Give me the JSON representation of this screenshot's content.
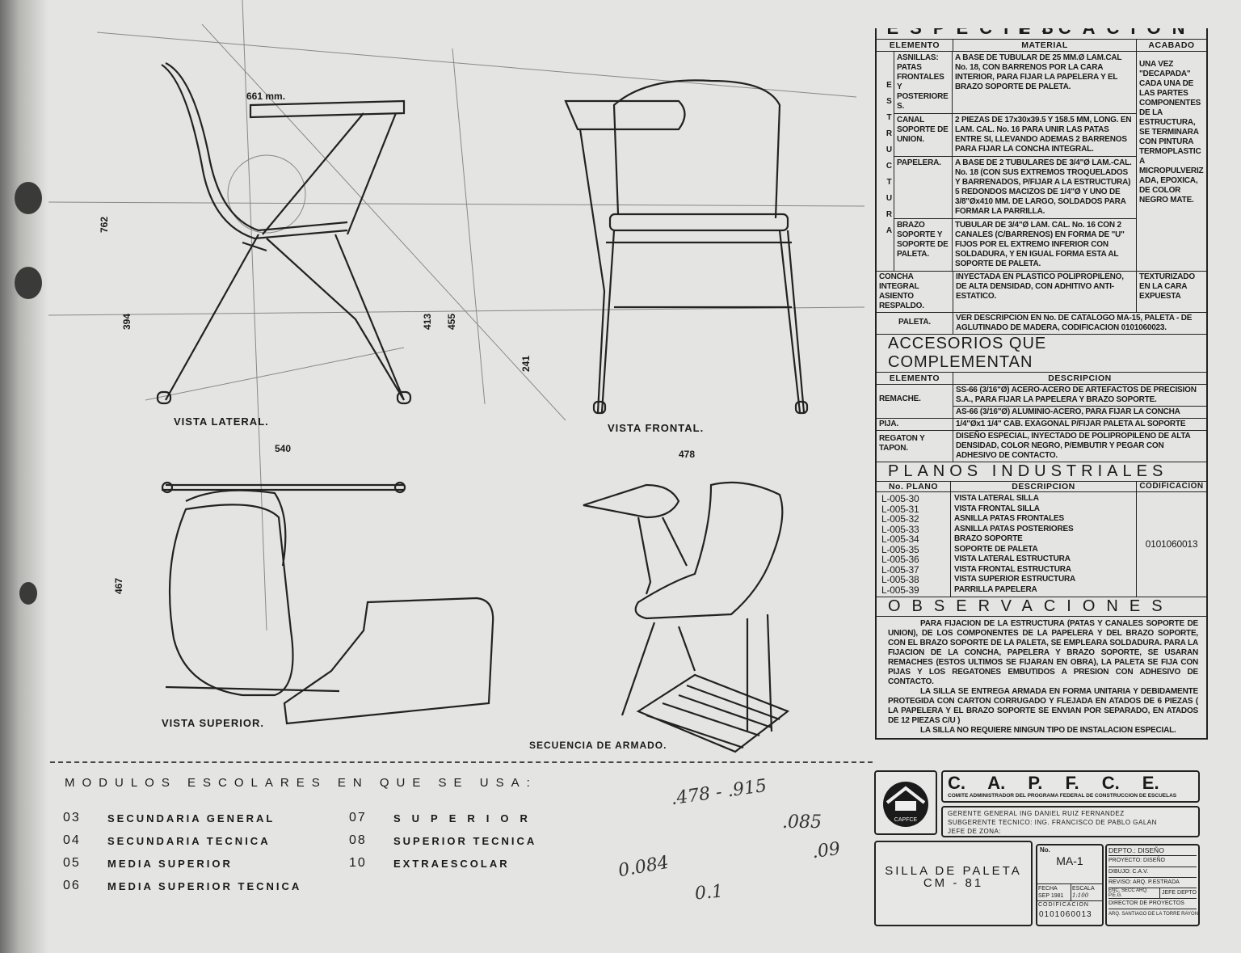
{
  "views": {
    "lateral": "VISTA LATERAL.",
    "frontal": "VISTA FRONTAL.",
    "superior": "VISTA SUPERIOR.",
    "armado": "SECUENCIA DE ARMADO."
  },
  "dimensions": {
    "d661": "661 mm.",
    "d762": "762",
    "d394": "394",
    "d413": "413",
    "d455": "455",
    "d241": "241",
    "d540": "540",
    "d478": "478",
    "d467": "467"
  },
  "spec": {
    "title": "ESPECIFICACIONES",
    "headers": [
      "ELEMENTO",
      "MATERIAL",
      "ACABADO"
    ],
    "group": "ESTRUCTURA",
    "structure": [
      {
        "element": "ASNILLAS: PATAS FRONTALES Y POSTERIORES.",
        "material": "A BASE DE TUBULAR DE 25 MM.Ø LAM.CAL No. 18, CON BARRENOS POR LA CARA INTERIOR, PARA FIJAR LA PAPELERA Y EL BRAZO SOPORTE DE PALETA."
      },
      {
        "element": "CANAL SOPORTE DE UNION.",
        "material": "2 PIEZAS DE 17x30x39.5 Y 158.5 MM, LONG. EN LAM. CAL. No. 16 PARA UNIR LAS PATAS ENTRE SI, LLEVANDO ADEMAS 2 BARRENOS PARA FIJAR LA CONCHA INTEGRAL."
      },
      {
        "element": "PAPELERA.",
        "material": "A BASE DE 2 TUBULARES DE 3/4\"Ø LAM.-CAL. No. 18 (CON SUS EXTREMOS TROQUELADOS Y BARRENADOS, P/FIJAR A LA ESTRUCTURA) 5 REDONDOS MACIZOS DE 1/4\"Ø Y UNO DE 3/8\"Øx410 MM. DE LARGO, SOLDADOS PARA FORMAR LA PARRILLA."
      },
      {
        "element": "BRAZO SOPORTE Y SOPORTE DE PALETA.",
        "material": "TUBULAR DE 3/4\"Ø LAM. CAL. No. 16 CON 2 CANALES (C/BARRENOS) EN FORMA DE \"U\" FIJOS POR EL EXTREMO INFERIOR CON SOLDADURA, Y EN IGUAL FORMA ESTA AL SOPORTE DE PALETA."
      }
    ],
    "structure_finish": "UNA VEZ \"DECAPADA\" CADA UNA DE LAS PARTES COMPONENTES DE LA ESTRUCTURA, SE TERMINARA CON PINTURA TERMOPLASTICA MICROPULVERIZADA, EPOXICA, DE COLOR NEGRO MATE.",
    "concha": {
      "element": "CONCHA INTEGRAL ASIENTO RESPALDO.",
      "material": "INYECTADA EN PLASTICO POLIPROPILENO, DE ALTA DENSIDAD, CON ADHITIVO ANTI-ESTATICO.",
      "finish": "TEXTURIZADO EN LA CARA EXPUESTA"
    },
    "paleta": {
      "element": "PALETA.",
      "material": "VER DESCRIPCION EN No. DE CATALOGO MA-15, PALETA - DE AGLUTINADO DE MADERA, CODIFICACION 0101060023."
    }
  },
  "accessories": {
    "title": "ACCESORIOS QUE COMPLEMENTAN",
    "headers": [
      "ELEMENTO",
      "DESCRIPCION"
    ],
    "remache": {
      "element": "REMACHE.",
      "desc1": "SS-66 (3/16\"Ø) ACERO-ACERO DE ARTEFACTOS DE PRECISION S.A., PARA FIJAR LA PAPELERA Y BRAZO SOPORTE.",
      "desc2": "AS-66 (3/16\"Ø) ALUMINIO-ACERO, PARA FIJAR LA CONCHA"
    },
    "pija": {
      "element": "PIJA.",
      "desc": "1/4\"Øx1 1/4\" CAB. EXAGONAL P/FIJAR PALETA AL SOPORTE"
    },
    "regaton": {
      "element": "REGATON Y TAPON.",
      "desc": "DISEÑO ESPECIAL, INYECTADO DE POLIPROPILENO DE ALTA DENSIDAD, COLOR NEGRO, P/EMBUTIR Y PEGAR CON ADHESIVO DE CONTACTO."
    }
  },
  "planos": {
    "title": "PLANOS INDUSTRIALES",
    "headers": [
      "No. PLANO",
      "DESCRIPCION",
      "CODIFICACION"
    ],
    "code": "0101060013",
    "items": [
      {
        "no": "L-005-30",
        "desc": "VISTA LATERAL SILLA"
      },
      {
        "no": "L-005-31",
        "desc": "VISTA FRONTAL SILLA"
      },
      {
        "no": "L-005-32",
        "desc": "ASNILLA PATAS FRONTALES"
      },
      {
        "no": "L-005-33",
        "desc": "ASNILLA PATAS POSTERIORES"
      },
      {
        "no": "L-005-34",
        "desc": "BRAZO SOPORTE"
      },
      {
        "no": "L-005-35",
        "desc": "SOPORTE DE PALETA"
      },
      {
        "no": "L-005-36",
        "desc": "VISTA LATERAL ESTRUCTURA"
      },
      {
        "no": "L-005-37",
        "desc": "VISTA FRONTAL ESTRUCTURA"
      },
      {
        "no": "L-005-38",
        "desc": "VISTA SUPERIOR ESTRUCTURA"
      },
      {
        "no": "L-005-39",
        "desc": "PARRILLA PAPELERA"
      }
    ]
  },
  "observaciones": {
    "title": "OBSERVACIONES",
    "p1": "PARA FIJACION DE LA ESTRUCTURA (PATAS Y CANALES SOPORTE DE UNION), DE LOS COMPONENTES DE LA PAPELERA Y DEL BRAZO SOPORTE, CON EL BRAZO SOPORTE DE LA PALETA, SE EMPLEARA SOLDADURA. PARA LA FIJACION DE LA CONCHA, PAPELERA Y BRAZO SOPORTE, SE USARAN REMACHES (ESTOS ULTIMOS SE FIJARAN EN OBRA), LA PALETA SE FIJA CON PIJAS Y LOS REGATONES EMBUTIDOS A PRESION CON ADHESIVO DE CONTACTO.",
    "p2": "LA SILLA SE ENTREGA ARMADA EN FORMA UNITARIA Y DEBIDAMENTE PROTEGIDA CON CARTON CORRUGADO Y FLEJADA EN ATADOS DE 6 PIEZAS ( LA PAPELERA Y EL BRAZO SOPORTE SE ENVIAN POR SEPARADO, EN ATADOS DE 12 PIEZAS C/U )",
    "p3": "LA SILLA NO REQUIERE NINGUN TIPO DE INSTALACION ESPECIAL."
  },
  "title_block": {
    "logo_text": "CAPFCE",
    "org": "C. A. P. F. C. E.",
    "org_full": "COMITE ADMINISTRADOR DEL PROGRAMA FEDERAL DE CONSTRUCCION DE ESCUELAS",
    "gerente": "GERENTE GENERAL ING DANIEL RUIZ FERNANDEZ",
    "subgerente": "SUBGERENTE TECNICO: ING. FRANCISCO DE PABLO GALAN",
    "jefe_zona": "JEFE DE ZONA:",
    "name1": "SILLA DE PALETA",
    "name2": "CM - 81",
    "no_label": "No.",
    "no": "MA-1",
    "fecha_label": "FECHA",
    "fecha": "SEP 1981",
    "escala_label": "ESCALA",
    "escala": "1:100",
    "codificacion_label": "CODIFICACION",
    "codificacion": "0101060013",
    "depto": "DEPTO.: DISEÑO",
    "proyecto": "PROYECTO: DISEÑO",
    "dibujo": "DIBUJO: C.A.V.",
    "reviso": "REVISO: ARQ. P.ESTRADA",
    "enc_secc": "ENC. SECC ARQ. P.E.G.",
    "jefe_depto": "JEFE DEPTO",
    "director": "DIRECTOR DE PROYECTOS",
    "director_name": "ARQ. SANTIAGO DE LA TORRE RAYON"
  },
  "modulos": {
    "title": "MODULOS ESCOLARES EN QUE SE USA:",
    "col1": [
      {
        "n": "03",
        "t": "SECUNDARIA GENERAL"
      },
      {
        "n": "04",
        "t": "SECUNDARIA TECNICA"
      },
      {
        "n": "05",
        "t": "MEDIA SUPERIOR"
      },
      {
        "n": "06",
        "t": "MEDIA SUPERIOR TECNICA"
      }
    ],
    "col2": [
      {
        "n": "07",
        "t": "SUPERIOR"
      },
      {
        "n": "08",
        "t": "SUPERIOR TECNICA"
      },
      {
        "n": "10",
        "t": "EXTRAESCOLAR"
      }
    ]
  },
  "handwritten": {
    "a": ".478 - .915",
    "b": ".085",
    "c": ".09",
    "d": "0.084",
    "e": "0.1"
  }
}
